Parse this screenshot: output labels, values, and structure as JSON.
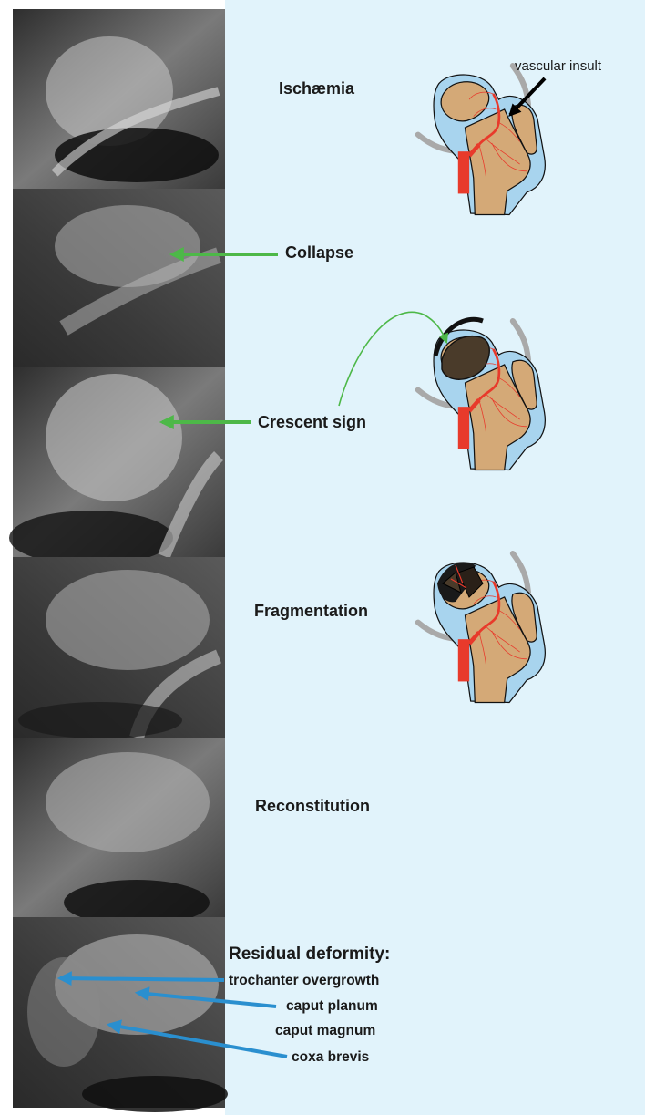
{
  "stages": [
    {
      "label": "Ischæmia"
    },
    {
      "label": "Collapse"
    },
    {
      "label": "Crescent sign"
    },
    {
      "label": "Fragmentation"
    },
    {
      "label": "Reconstitution"
    },
    {
      "label": "Residual deformity:"
    }
  ],
  "annotation": {
    "vascular_insult": "vascular insult"
  },
  "deformities": [
    "trochanter overgrowth",
    "caput planum",
    "caput magnum",
    "coxa brevis"
  ],
  "colors": {
    "panel_background": "#e1f3fb",
    "bone": "#d4a977",
    "cartilage": "#a8d4ee",
    "vessel": "#e83a2b",
    "acetabulum": "#a9a9a9",
    "necrotic_bone": "#4a3b2a",
    "arrow_green": "#4db848",
    "arrow_blue": "#2a8fcf",
    "arrow_black": "#000000"
  },
  "icons": [
    "hip-xray-image",
    "femoral-head-diagram"
  ]
}
